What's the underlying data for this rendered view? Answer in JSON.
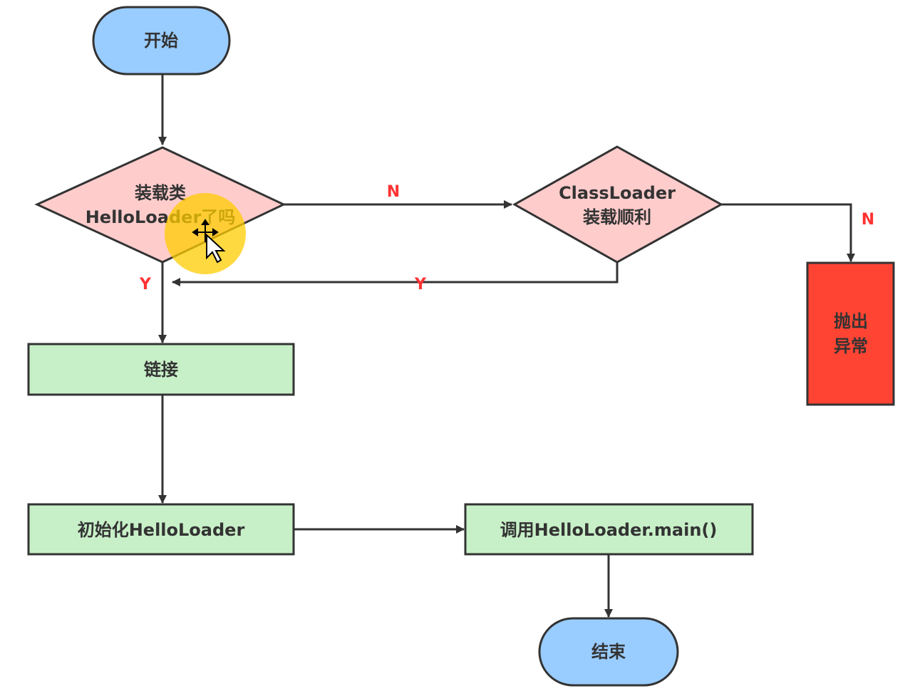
{
  "diagram": {
    "type": "flowchart",
    "colors": {
      "terminal_fill": "#99ccff",
      "decision_fill": "#ffcccc",
      "process_fill": "#c8f0c8",
      "error_fill": "#ff4433",
      "stroke": "#333333",
      "label": "#ff3333",
      "cursor_highlight": "#ffd700"
    },
    "nodes": {
      "start": {
        "shape": "terminal",
        "lines": [
          "开始"
        ]
      },
      "loaded_check": {
        "shape": "decision",
        "lines": [
          "装载类",
          "HelloLoader了吗"
        ]
      },
      "classloader_check": {
        "shape": "decision",
        "lines": [
          "ClassLoader",
          "装载顺利"
        ]
      },
      "throw_exception": {
        "shape": "process-error",
        "lines": [
          "抛出",
          "异常"
        ]
      },
      "link": {
        "shape": "process",
        "lines": [
          "链接"
        ]
      },
      "init": {
        "shape": "process",
        "lines": [
          "初始化HelloLoader"
        ]
      },
      "call_main": {
        "shape": "process",
        "lines": [
          "调用HelloLoader.main()"
        ]
      },
      "end": {
        "shape": "terminal",
        "lines": [
          "结束"
        ]
      }
    },
    "edges": [
      {
        "from": "start",
        "to": "loaded_check",
        "label": ""
      },
      {
        "from": "loaded_check",
        "to": "classloader_check",
        "label": "N"
      },
      {
        "from": "classloader_check",
        "to": "throw_exception",
        "label": "N"
      },
      {
        "from": "classloader_check",
        "to": "link",
        "label": "Y"
      },
      {
        "from": "loaded_check",
        "to": "link",
        "label": "Y"
      },
      {
        "from": "link",
        "to": "init",
        "label": ""
      },
      {
        "from": "init",
        "to": "call_main",
        "label": ""
      },
      {
        "from": "call_main",
        "to": "end",
        "label": ""
      }
    ]
  }
}
